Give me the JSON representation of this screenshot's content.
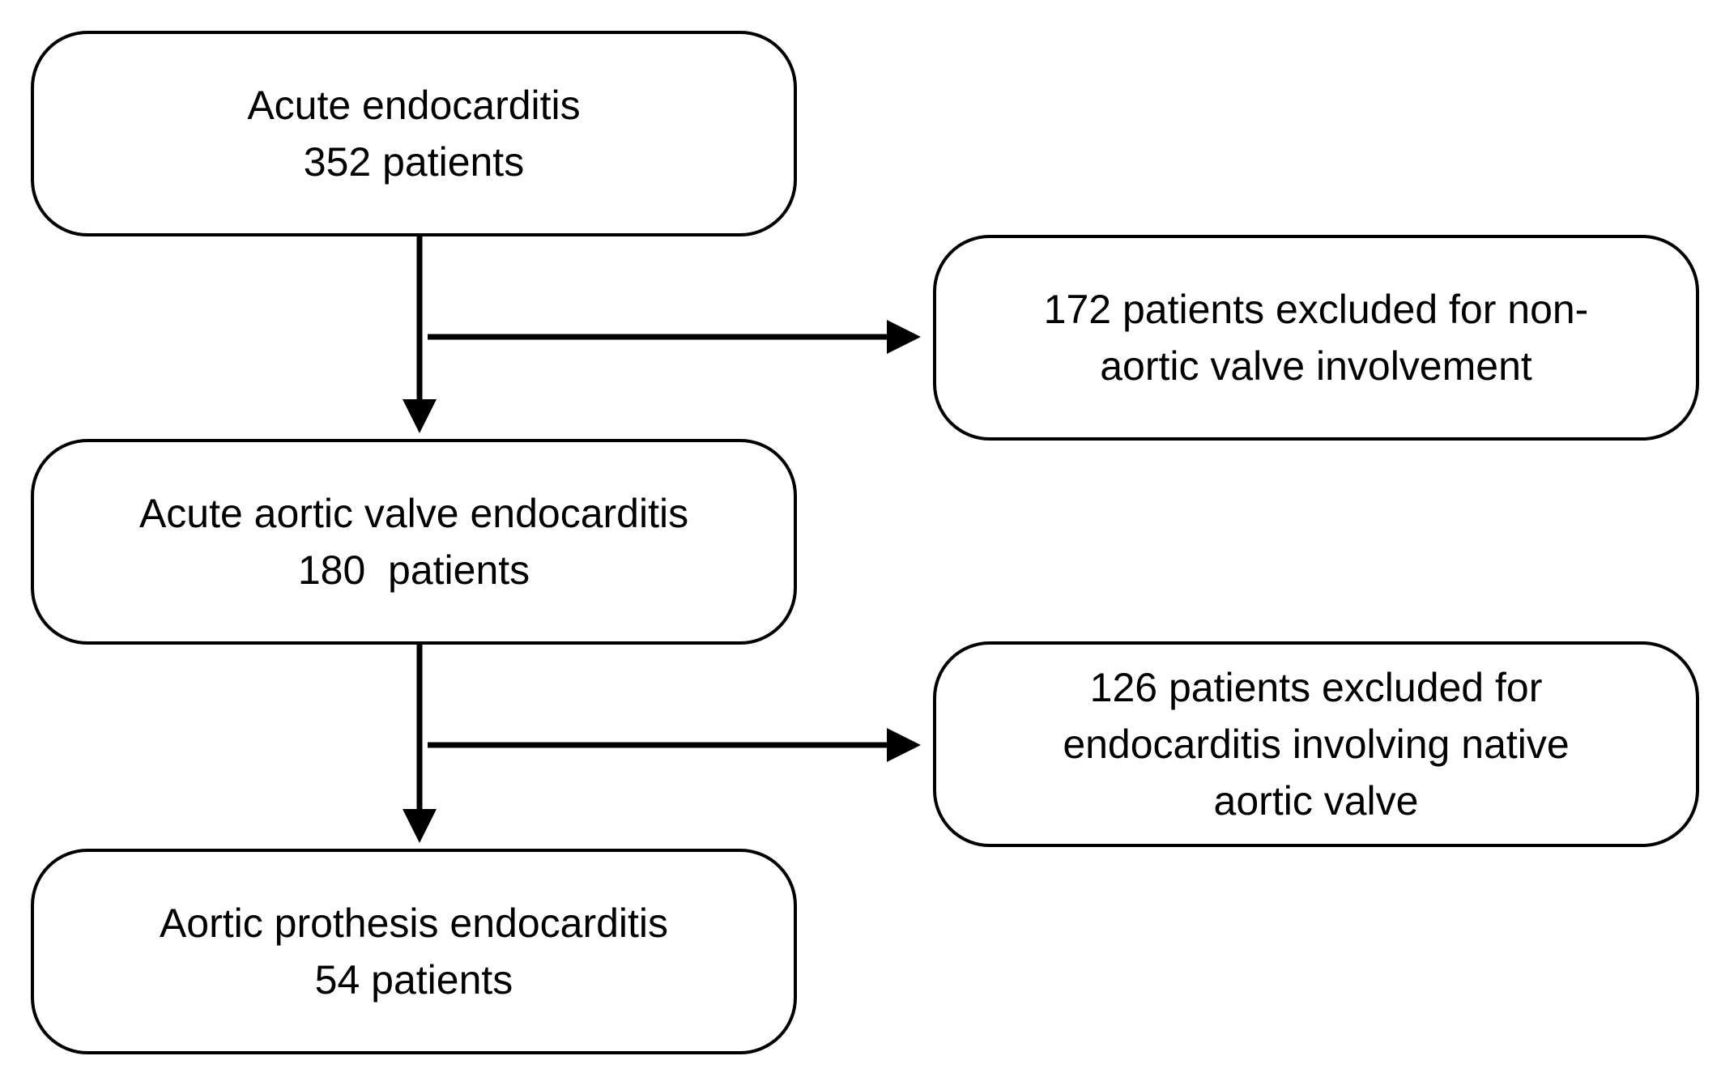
{
  "diagram": {
    "nodes": [
      {
        "id": "acute-endocarditis",
        "lines": [
          "Acute endocarditis",
          "352 patients"
        ]
      },
      {
        "id": "acute-aortic-valve-endocarditis",
        "lines": [
          "Acute aortic valve endocarditis",
          "180  patients"
        ]
      },
      {
        "id": "aortic-prothesis-endocarditis",
        "lines": [
          "Aortic prothesis endocarditis",
          "54 patients"
        ]
      },
      {
        "id": "excluded-non-aortic",
        "lines": [
          "172 patients excluded for non-",
          "aortic valve involvement"
        ]
      },
      {
        "id": "excluded-native-aortic",
        "lines": [
          "126 patients excluded for",
          "endocarditis involving native",
          "aortic valve"
        ]
      }
    ],
    "edges": [
      {
        "from": "acute-endocarditis",
        "to": "acute-aortic-valve-endocarditis"
      },
      {
        "from": "acute-endocarditis",
        "to": "excluded-non-aortic"
      },
      {
        "from": "acute-aortic-valve-endocarditis",
        "to": "aortic-prothesis-endocarditis"
      },
      {
        "from": "acute-aortic-valve-endocarditis",
        "to": "excluded-native-aortic"
      }
    ]
  }
}
